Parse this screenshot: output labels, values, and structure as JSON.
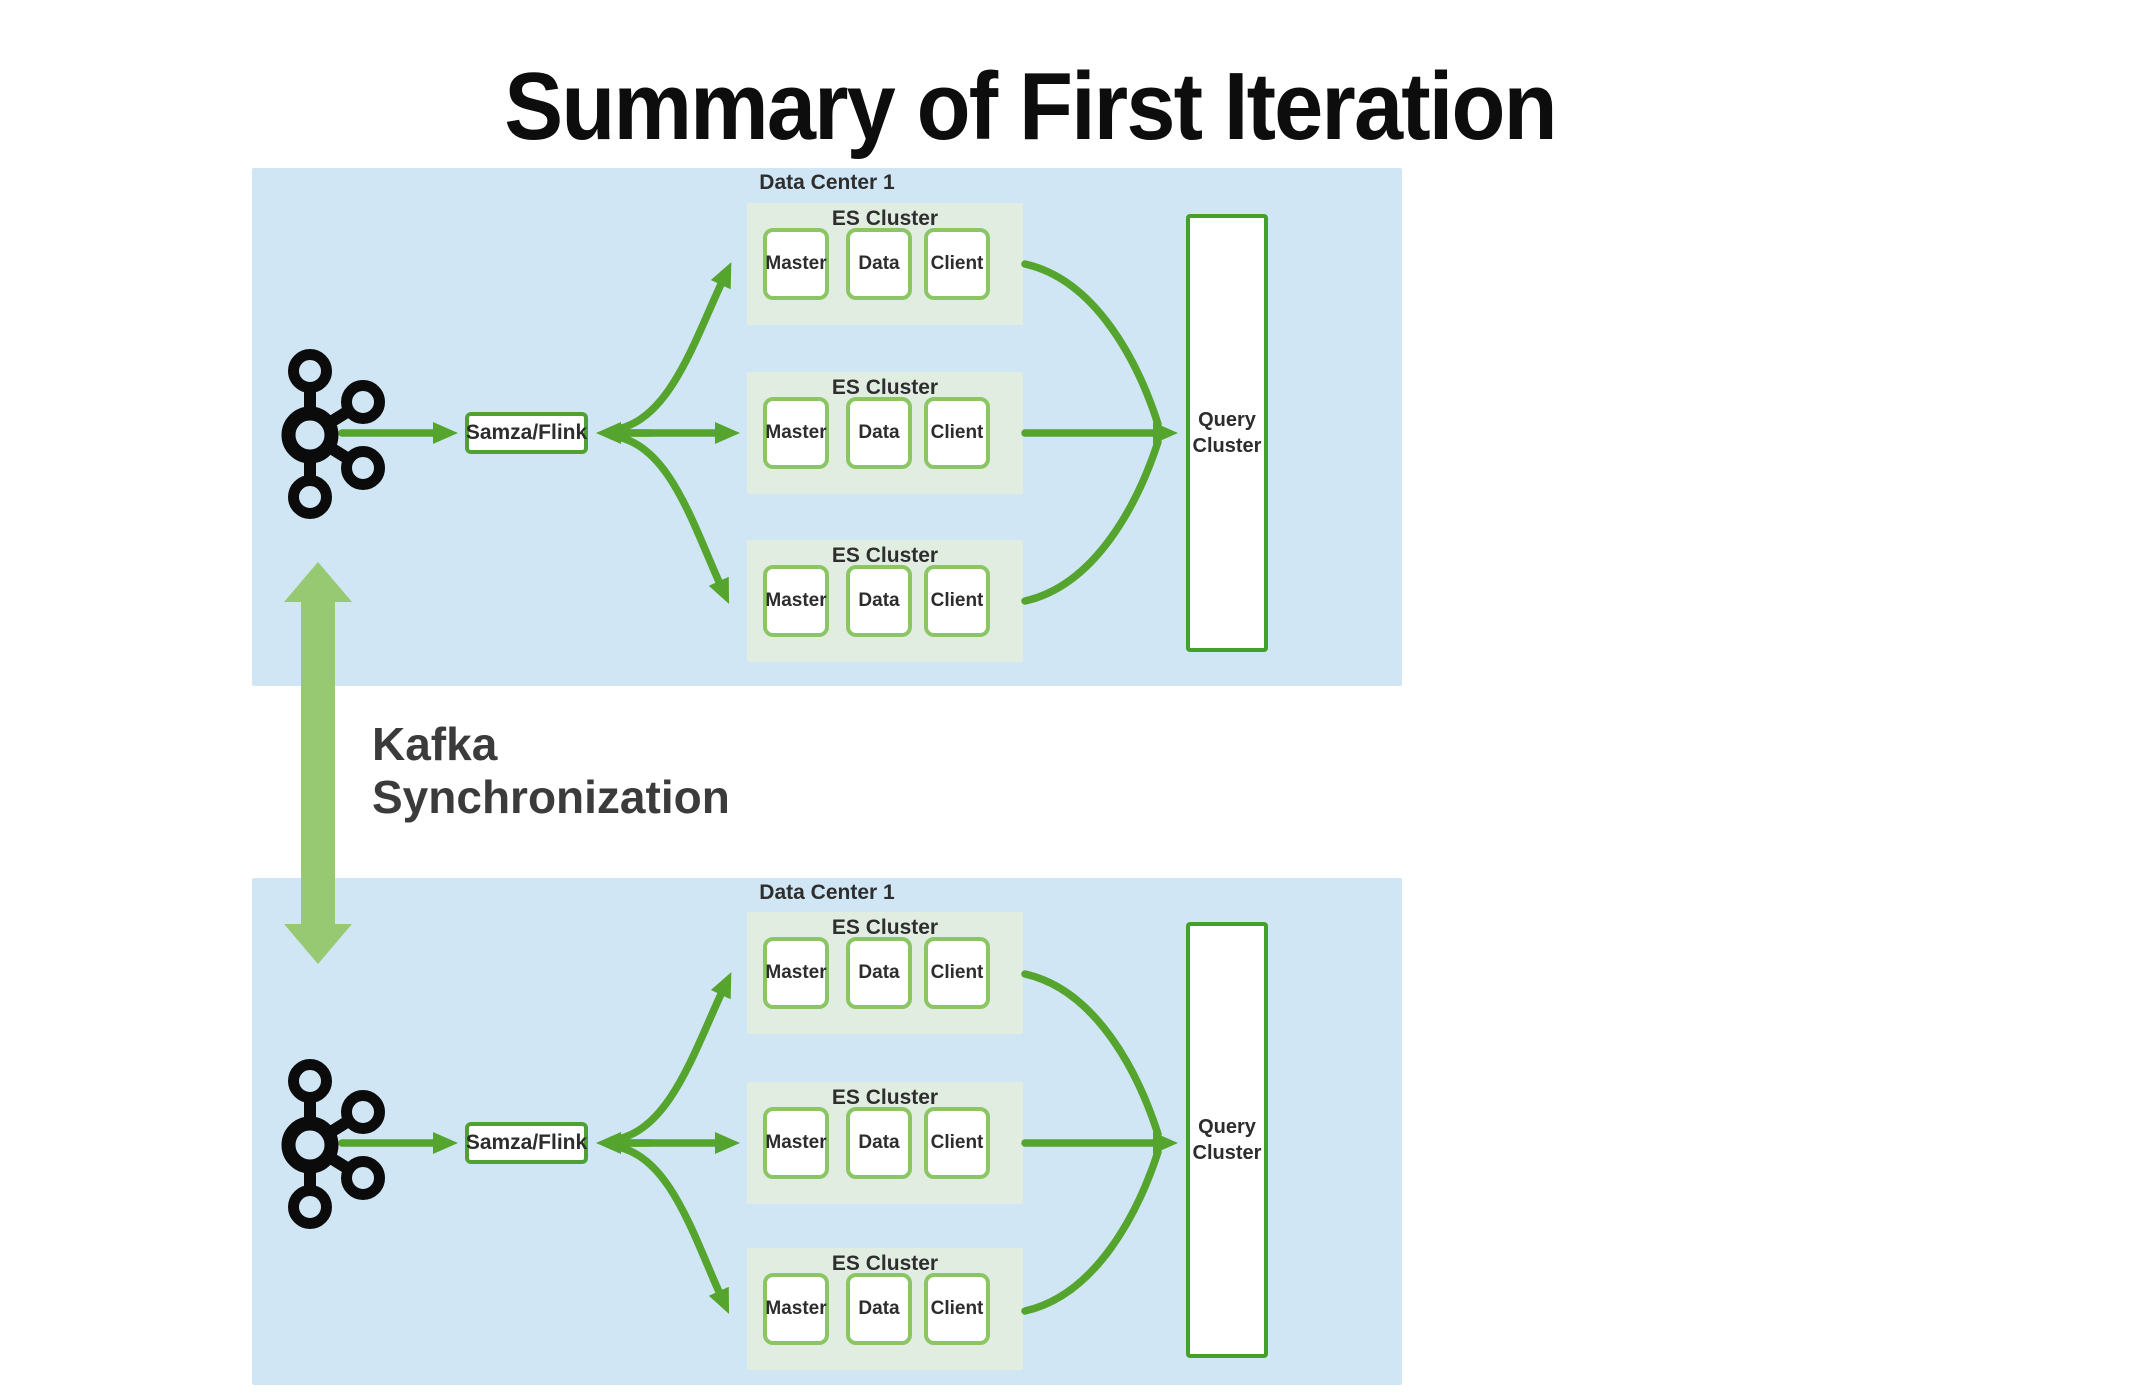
{
  "title": "Summary of First Iteration",
  "sync": {
    "line1": "Kafka",
    "line2": "Synchronization"
  },
  "icons": {
    "kafka_top": "kafka-logo-icon",
    "kafka_bottom": "kafka-logo-icon",
    "sync_arrow": "double-arrow-icon"
  },
  "colors": {
    "background": "#ffffff",
    "data_center_fill": "#d0e6f5",
    "es_cluster_fill": "#e2ede2",
    "node_border": "#8cc664",
    "strong_green_border": "#46a02c",
    "arrow_green": "#55a42e",
    "sync_arrow_green": "#97c973",
    "kafka_logo": "#0b0b0b",
    "title_text": "#0d0d0d",
    "label_text": "#2e2e2e"
  },
  "sections": [
    {
      "label": "Data Center 1",
      "processor": "Samza/Flink",
      "query": "Query Cluster",
      "clusters": [
        {
          "title": "ES Cluster",
          "nodes": [
            "Master",
            "Data",
            "Client"
          ]
        },
        {
          "title": "ES Cluster",
          "nodes": [
            "Master",
            "Data",
            "Client"
          ]
        },
        {
          "title": "ES Cluster",
          "nodes": [
            "Master",
            "Data",
            "Client"
          ]
        }
      ]
    },
    {
      "label": "Data Center 1",
      "processor": "Samza/Flink",
      "query": "Query Cluster",
      "clusters": [
        {
          "title": "ES Cluster",
          "nodes": [
            "Master",
            "Data",
            "Client"
          ]
        },
        {
          "title": "ES Cluster",
          "nodes": [
            "Master",
            "Data",
            "Client"
          ]
        },
        {
          "title": "ES Cluster",
          "nodes": [
            "Master",
            "Data",
            "Client"
          ]
        }
      ]
    }
  ]
}
